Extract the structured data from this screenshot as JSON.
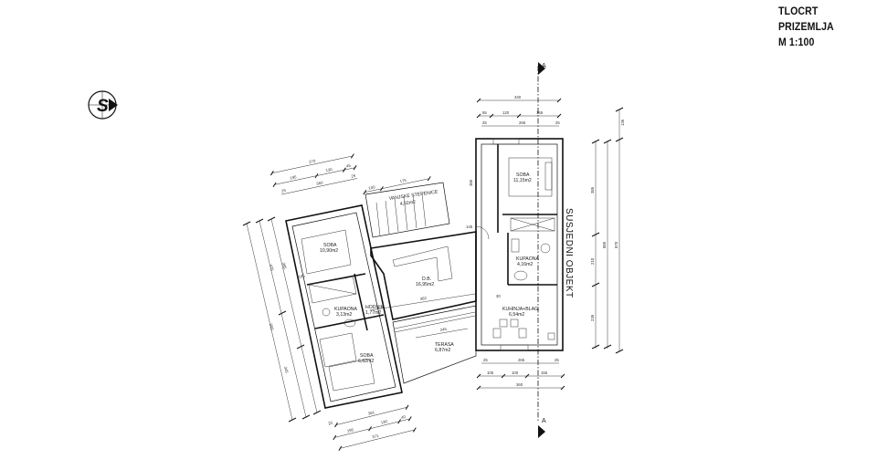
{
  "title": {
    "heading": "TLOCRT PRIZEMLJA",
    "scale": "M 1:100"
  },
  "north_symbol": {
    "icon": "north-arrow-icon",
    "letter": "S"
  },
  "section_marker": {
    "label_top": "A",
    "label_bottom": "A"
  },
  "neighbor_label": "SUSJEDNI OBJEKT",
  "rooms": [
    {
      "name": "SOBA",
      "area": "11,15m2"
    },
    {
      "name": "SOBA",
      "area": "10,90m2"
    },
    {
      "name": "VANJSKE STEPENICE",
      "area": "4,32m2"
    },
    {
      "name": "D.B.",
      "area": "16,95m2"
    },
    {
      "name": "KUPAONA",
      "area": "4,16m2"
    },
    {
      "name": "KUHINJA+BLAG.",
      "area": "6,54m2"
    },
    {
      "name": "KUPAONA",
      "area": "3,13m2"
    },
    {
      "name": "HODNIK",
      "area": "1,77m2"
    },
    {
      "name": "SOBA",
      "area": "6,62m2"
    },
    {
      "name": "TERASA",
      "area": "6,87m2"
    }
  ],
  "dimensions": {
    "top_right": [
      "340",
      "55",
      "120",
      "165",
      "25",
      "265",
      "25"
    ],
    "bottom_right": [
      "25",
      "265",
      "25",
      "105",
      "100",
      "155",
      "360"
    ],
    "right_side": [
      "135",
      "25",
      "25",
      "385",
      "210",
      "235",
      "25",
      "25",
      "885",
      "870"
    ],
    "top_left": [
      "270",
      "195",
      "130",
      "45",
      "360",
      "25",
      "25"
    ],
    "stairs": [
      "100",
      "175",
      "385",
      "145",
      "225",
      "65",
      "60"
    ],
    "left_side": [
      "25",
      "475",
      "385",
      "555",
      "95",
      "60",
      "345",
      "25",
      "25"
    ],
    "interior": [
      "145",
      "30",
      "185",
      "362",
      "25",
      "245",
      "50",
      "60",
      "25",
      "30",
      "25",
      "25"
    ],
    "bottom_left": [
      "361",
      "25",
      "195",
      "130",
      "40",
      "371"
    ]
  }
}
